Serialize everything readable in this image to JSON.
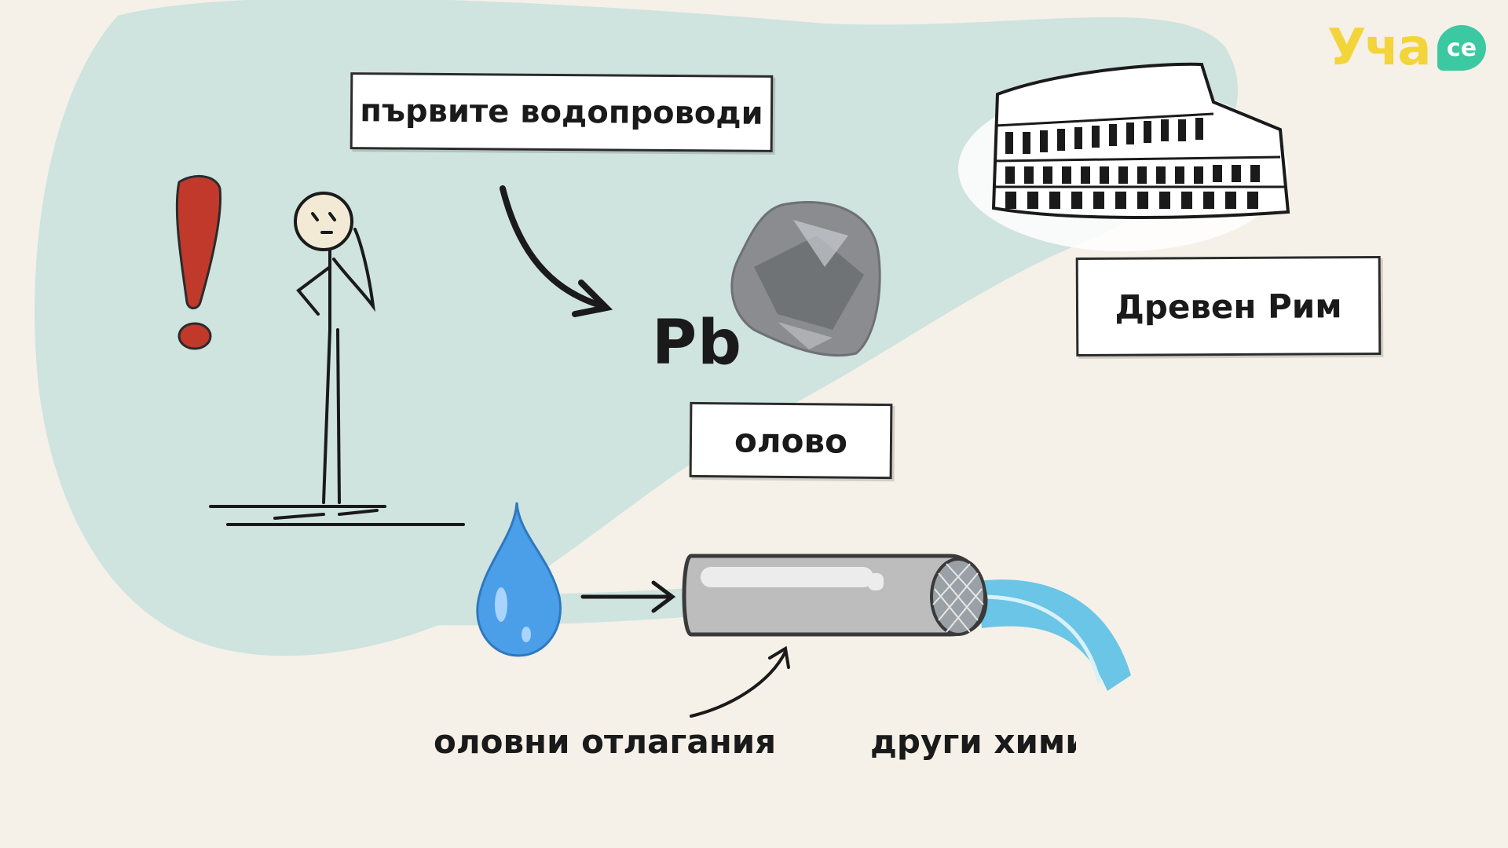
{
  "labels": {
    "first_aqueducts": "първите водопроводи",
    "ancient_rome": "Древен Рим",
    "lead_symbol": "Pb",
    "lead_word": "олово",
    "lead_deposits": "оловни отлагания",
    "other_chemicals": "други хими"
  },
  "logo": {
    "main": "Уча",
    "badge": "се"
  },
  "colors": {
    "background": "#f5f1e8",
    "blob": "#cfe3df",
    "exclamation": "#c0392b",
    "water_drop": "#4a9fe8",
    "water_stream": "#5bc0e6",
    "pipe": "#bdbdbd",
    "logo_yellow": "#f3d43a",
    "logo_green": "#3cc8a0"
  },
  "icons": [
    "exclamation-icon",
    "thinking-stick-figure",
    "curved-arrow-icon",
    "lead-ore-rock",
    "colosseum-illustration",
    "water-drop-icon",
    "straight-arrow-icon",
    "pipe-illustration",
    "water-stream"
  ]
}
